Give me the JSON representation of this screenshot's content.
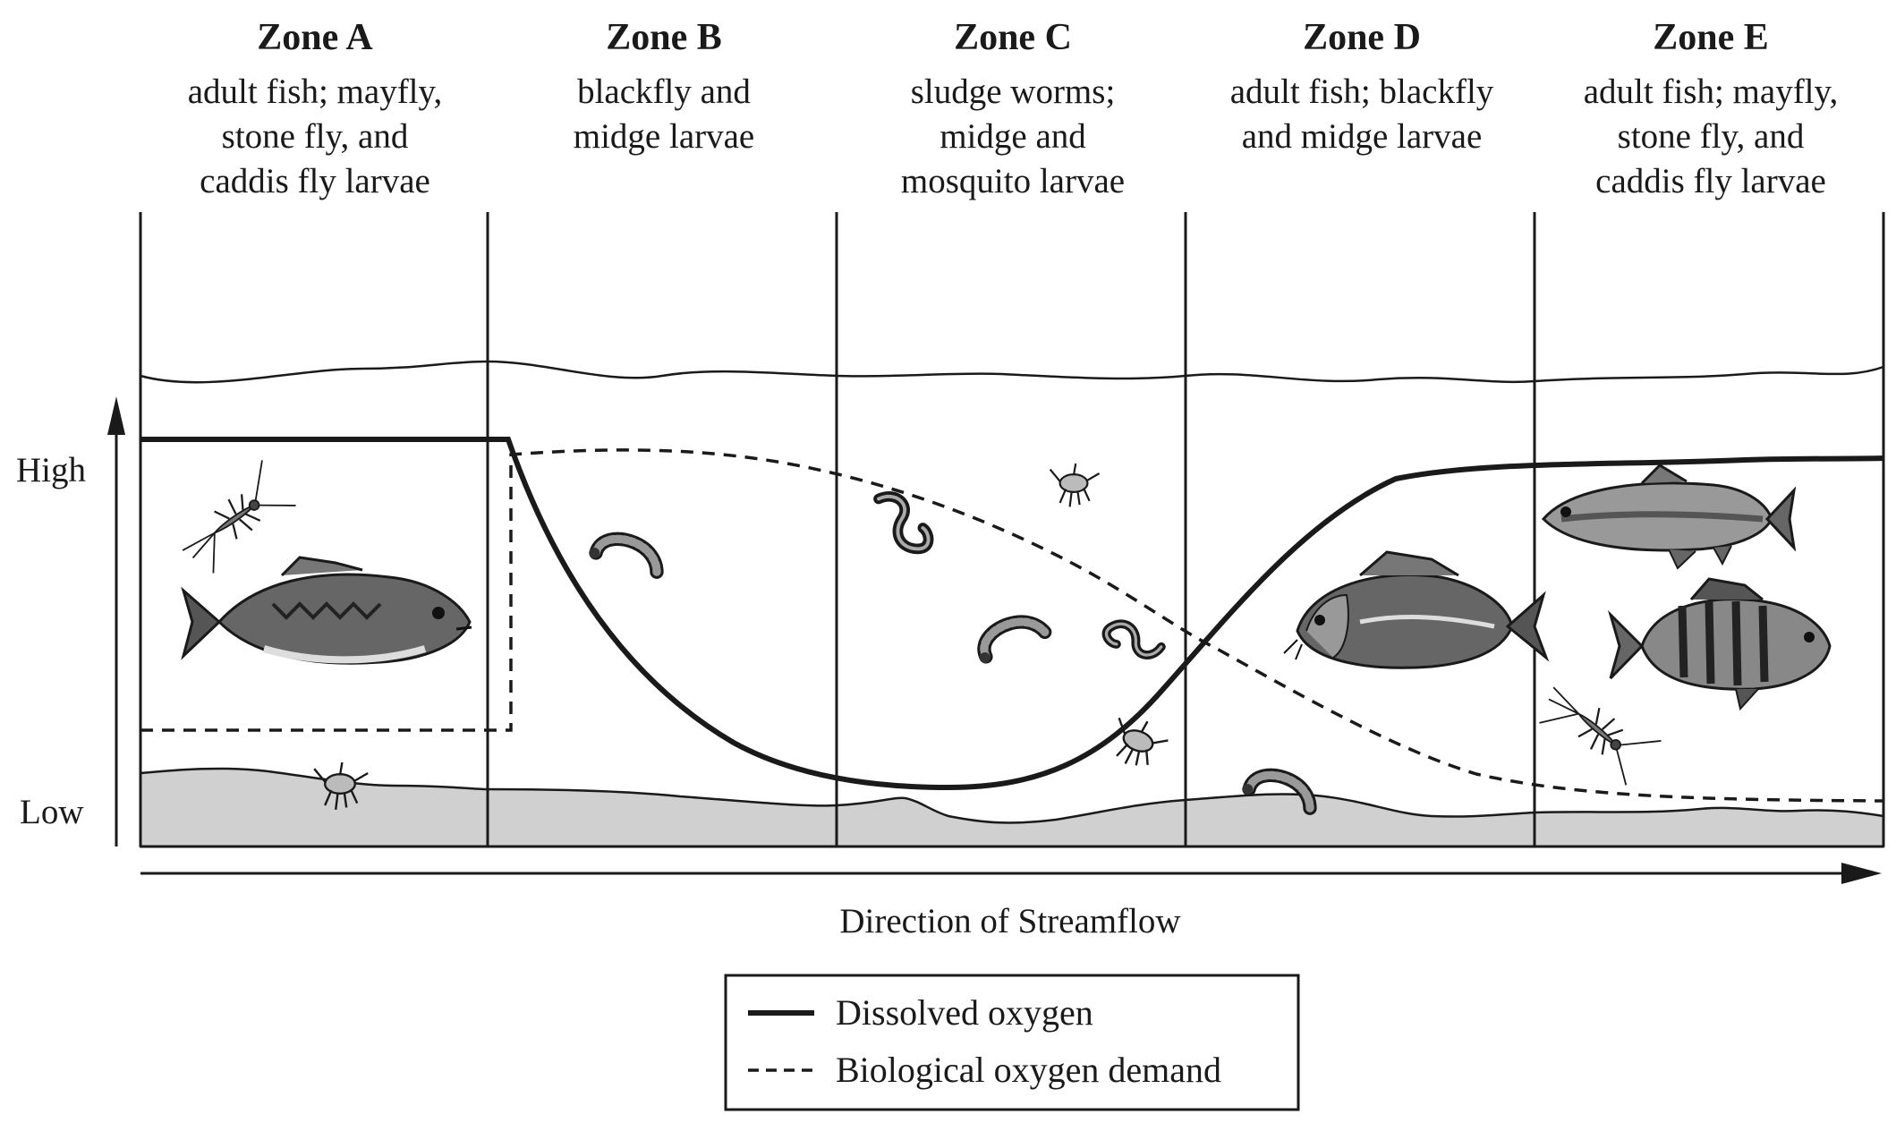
{
  "zones": [
    {
      "id": "a",
      "title": "Zone A",
      "lines": [
        "adult fish; mayfly,",
        "stone fly, and",
        "caddis fly larvae"
      ]
    },
    {
      "id": "b",
      "title": "Zone B",
      "lines": [
        "blackfly and",
        "midge larvae"
      ]
    },
    {
      "id": "c",
      "title": "Zone C",
      "lines": [
        "sludge worms;",
        "midge and",
        "mosquito larvae"
      ]
    },
    {
      "id": "d",
      "title": "Zone D",
      "lines": [
        "adult fish; blackfly",
        "and midge larvae"
      ]
    },
    {
      "id": "e",
      "title": "Zone E",
      "lines": [
        "adult fish; mayfly,",
        "stone fly, and",
        "caddis fly larvae"
      ]
    }
  ],
  "y_axis": {
    "high_label": "High",
    "low_label": "Low"
  },
  "x_axis": {
    "label": "Direction of Streamflow"
  },
  "legend": {
    "dissolved_oxygen": "Dissolved oxygen",
    "biological_oxygen_demand": "Biological oxygen demand"
  },
  "colors": {
    "ink": "#1a1a1a",
    "sediment": "#d0d0d0",
    "fish_dark": "#555555",
    "fish_light": "#bbbbbb"
  },
  "icons": [
    "mayfly-larva-icon",
    "bass-fish-icon",
    "stonefly-larva-icon",
    "midge-larva-icon",
    "sludge-worm-icon",
    "mosquito-larva-icon",
    "carp-fish-icon",
    "trout-fish-icon",
    "perch-fish-icon"
  ]
}
